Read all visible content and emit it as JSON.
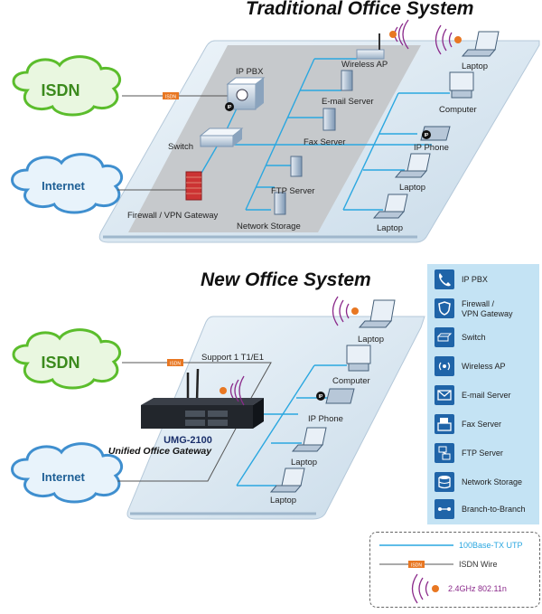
{
  "traditional": {
    "title": "Traditional Office System",
    "labels": {
      "ip_pbx": "IP PBX",
      "wireless_ap": "Wireless AP",
      "email_server": "E-mail Server",
      "fax_server": "Fax Server",
      "switch": "Switch",
      "ftp_server": "FTP Server",
      "network_storage": "Network Storage",
      "firewall": "Firewall / VPN Gateway",
      "laptop_1": "Laptop",
      "computer": "Computer",
      "ip_phone": "IP Phone",
      "laptop_2": "Laptop",
      "laptop_3": "Laptop"
    },
    "isdn_cloud": "ISDN",
    "internet_cloud": "Internet",
    "isdn_tag": "ISDN"
  },
  "new_office": {
    "title": "New Office System",
    "labels": {
      "support": "Support 1 T1/E1",
      "laptop_1": "Laptop",
      "computer": "Computer",
      "ip_phone": "IP Phone",
      "laptop_2": "Laptop",
      "laptop_3": "Laptop",
      "model": "UMG-2100",
      "product": "Unified Office Gateway"
    },
    "isdn_cloud": "ISDN",
    "internet_cloud": "Internet",
    "isdn_tag": "ISDN"
  },
  "legend": {
    "items": [
      {
        "label": "IP PBX",
        "icon": "phone-handset-icon"
      },
      {
        "label": "Firewall /\nVPN Gateway",
        "icon": "shield-icon"
      },
      {
        "label": "Switch",
        "icon": "switch-icon"
      },
      {
        "label": "Wireless AP",
        "icon": "wireless-icon"
      },
      {
        "label": "E-mail Server",
        "icon": "envelope-icon"
      },
      {
        "label": "Fax Server",
        "icon": "fax-icon"
      },
      {
        "label": "FTP Server",
        "icon": "ftp-server-icon"
      },
      {
        "label": "Network Storage",
        "icon": "database-icon"
      },
      {
        "label": "Branch-to-Branch",
        "icon": "branch-link-icon"
      }
    ]
  },
  "key": {
    "utp": "100Base-TX UTP",
    "isdn_wire": "ISDN Wire",
    "isdn_tag": "ISDN",
    "wifi": "2.4GHz 802.11n"
  },
  "colors": {
    "cable": "#2aa7e0",
    "isdn": "#e87722",
    "cloud_fill": "#e9f7e0",
    "cloud_green": "#5bbd2c",
    "cloud_blue": "#3f8fcf",
    "platform": "#dde9f3",
    "inner": "#c6c9cc",
    "legend_bg": "#c4e3f4",
    "wifi": "#8b2a8b"
  }
}
